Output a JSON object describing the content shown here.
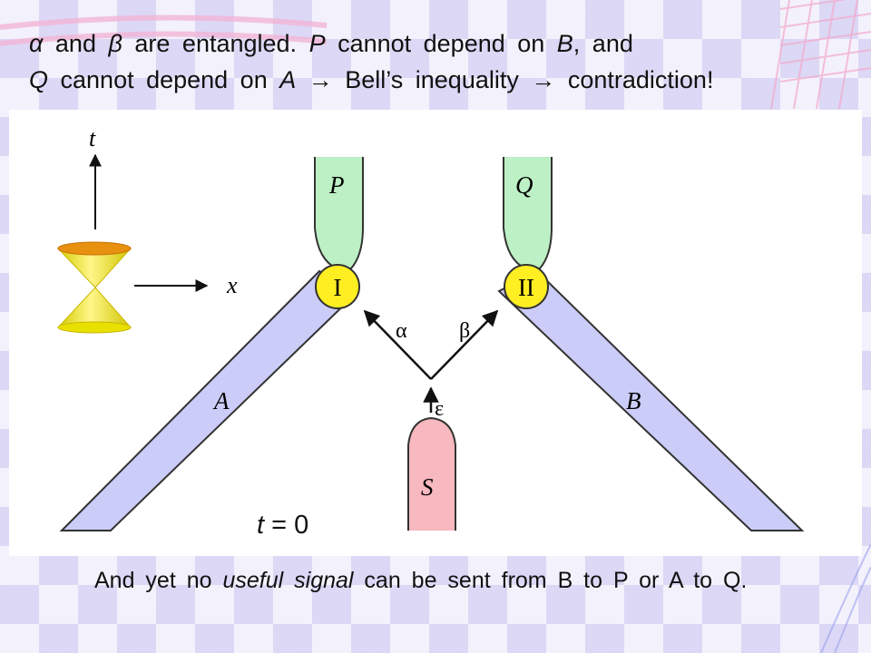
{
  "headline": {
    "line1": {
      "alpha": "α",
      "t1": " and ",
      "beta": "β",
      "t2": " are entangled. ",
      "P": "P",
      "t3": " cannot depend on ",
      "B": "B",
      "t4": ", and"
    },
    "line2": {
      "Q": "Q",
      "t1": " cannot depend on ",
      "A": "A",
      "t2": " → Bell’s inequality → contradiction!"
    }
  },
  "diagram": {
    "axis_t": "t",
    "axis_x": "x",
    "label_P": "P",
    "label_Q": "Q",
    "label_I": "I",
    "label_II": "II",
    "label_alpha": "α",
    "label_beta": "β",
    "label_epsilon": "ε",
    "label_A": "A",
    "label_B": "B",
    "label_S": "S",
    "time_var": "t",
    "time_eq": "= 0",
    "colors": {
      "wedge_fill": "#ccccf8",
      "wedge_stroke": "#333333",
      "region_green": "#bdf0c4",
      "region_pink": "#f7b8bf",
      "node_yellow": "#ffee22",
      "cone_yellow": "#f0e600",
      "cone_rim": "#e88a10"
    }
  },
  "footnote": {
    "t1": "And yet no ",
    "em": "useful signal",
    "t2": " can be sent from B to P or A to Q."
  }
}
